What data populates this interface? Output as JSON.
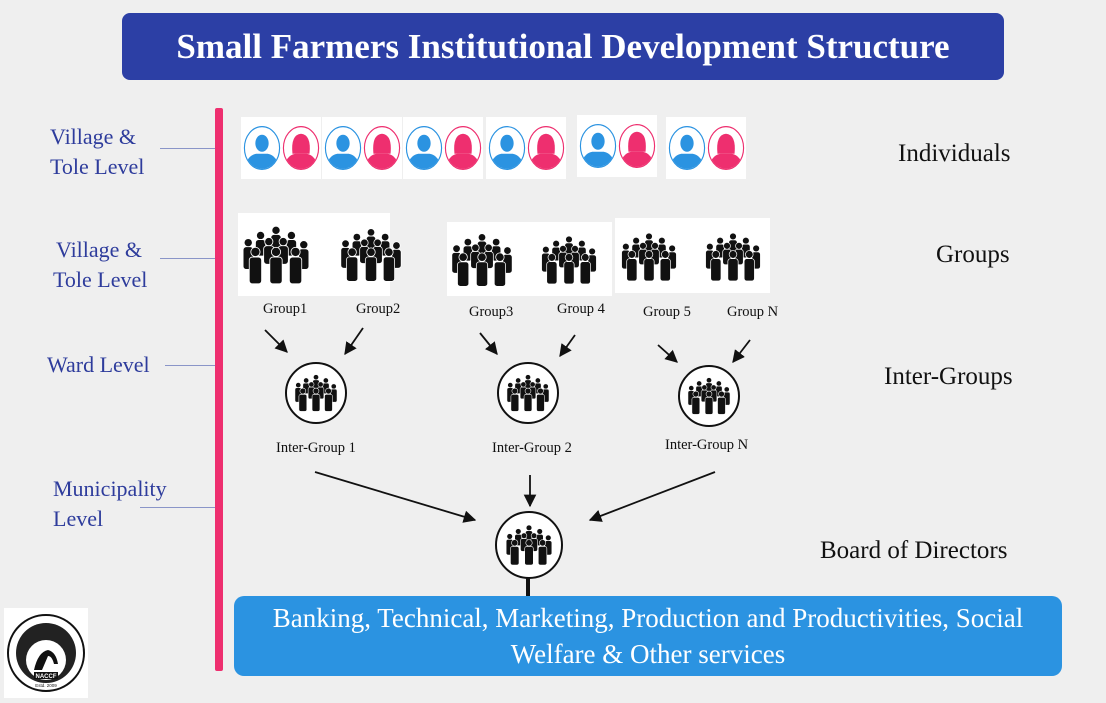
{
  "title": "Small Farmers Institutional Development Structure",
  "levels": [
    {
      "line1": "Village &",
      "line2": "Tole Level"
    },
    {
      "line1": "Village &",
      "line2": "Tole Level"
    },
    {
      "line1": "Ward Level"
    },
    {
      "line1": "Municipality",
      "line2": "Level"
    }
  ],
  "tiers": {
    "individuals": "Individuals",
    "groups": "Groups",
    "inter_groups": "Inter-Groups",
    "board": "Board of Directors"
  },
  "groups": [
    "Group1",
    "Group2",
    "Group3",
    "Group 4",
    "Group 5",
    "Group N"
  ],
  "inter_groups": [
    "Inter-Group 1",
    "Inter-Group 2",
    "Inter-Group N"
  ],
  "services": {
    "line1": "Banking, Technical, Marketing, Production and Productivities, Social",
    "line2": "Welfare & Other services"
  },
  "logo": {
    "name": "NACCF",
    "established": "Estd. 2009"
  },
  "colors": {
    "title_bg": "#2c3fa5",
    "bar": "#ee2f6f",
    "male": "#2b93e1",
    "female": "#ee2f6f",
    "services_bg": "#2b93e1",
    "level_text": "#2e3c9c"
  }
}
